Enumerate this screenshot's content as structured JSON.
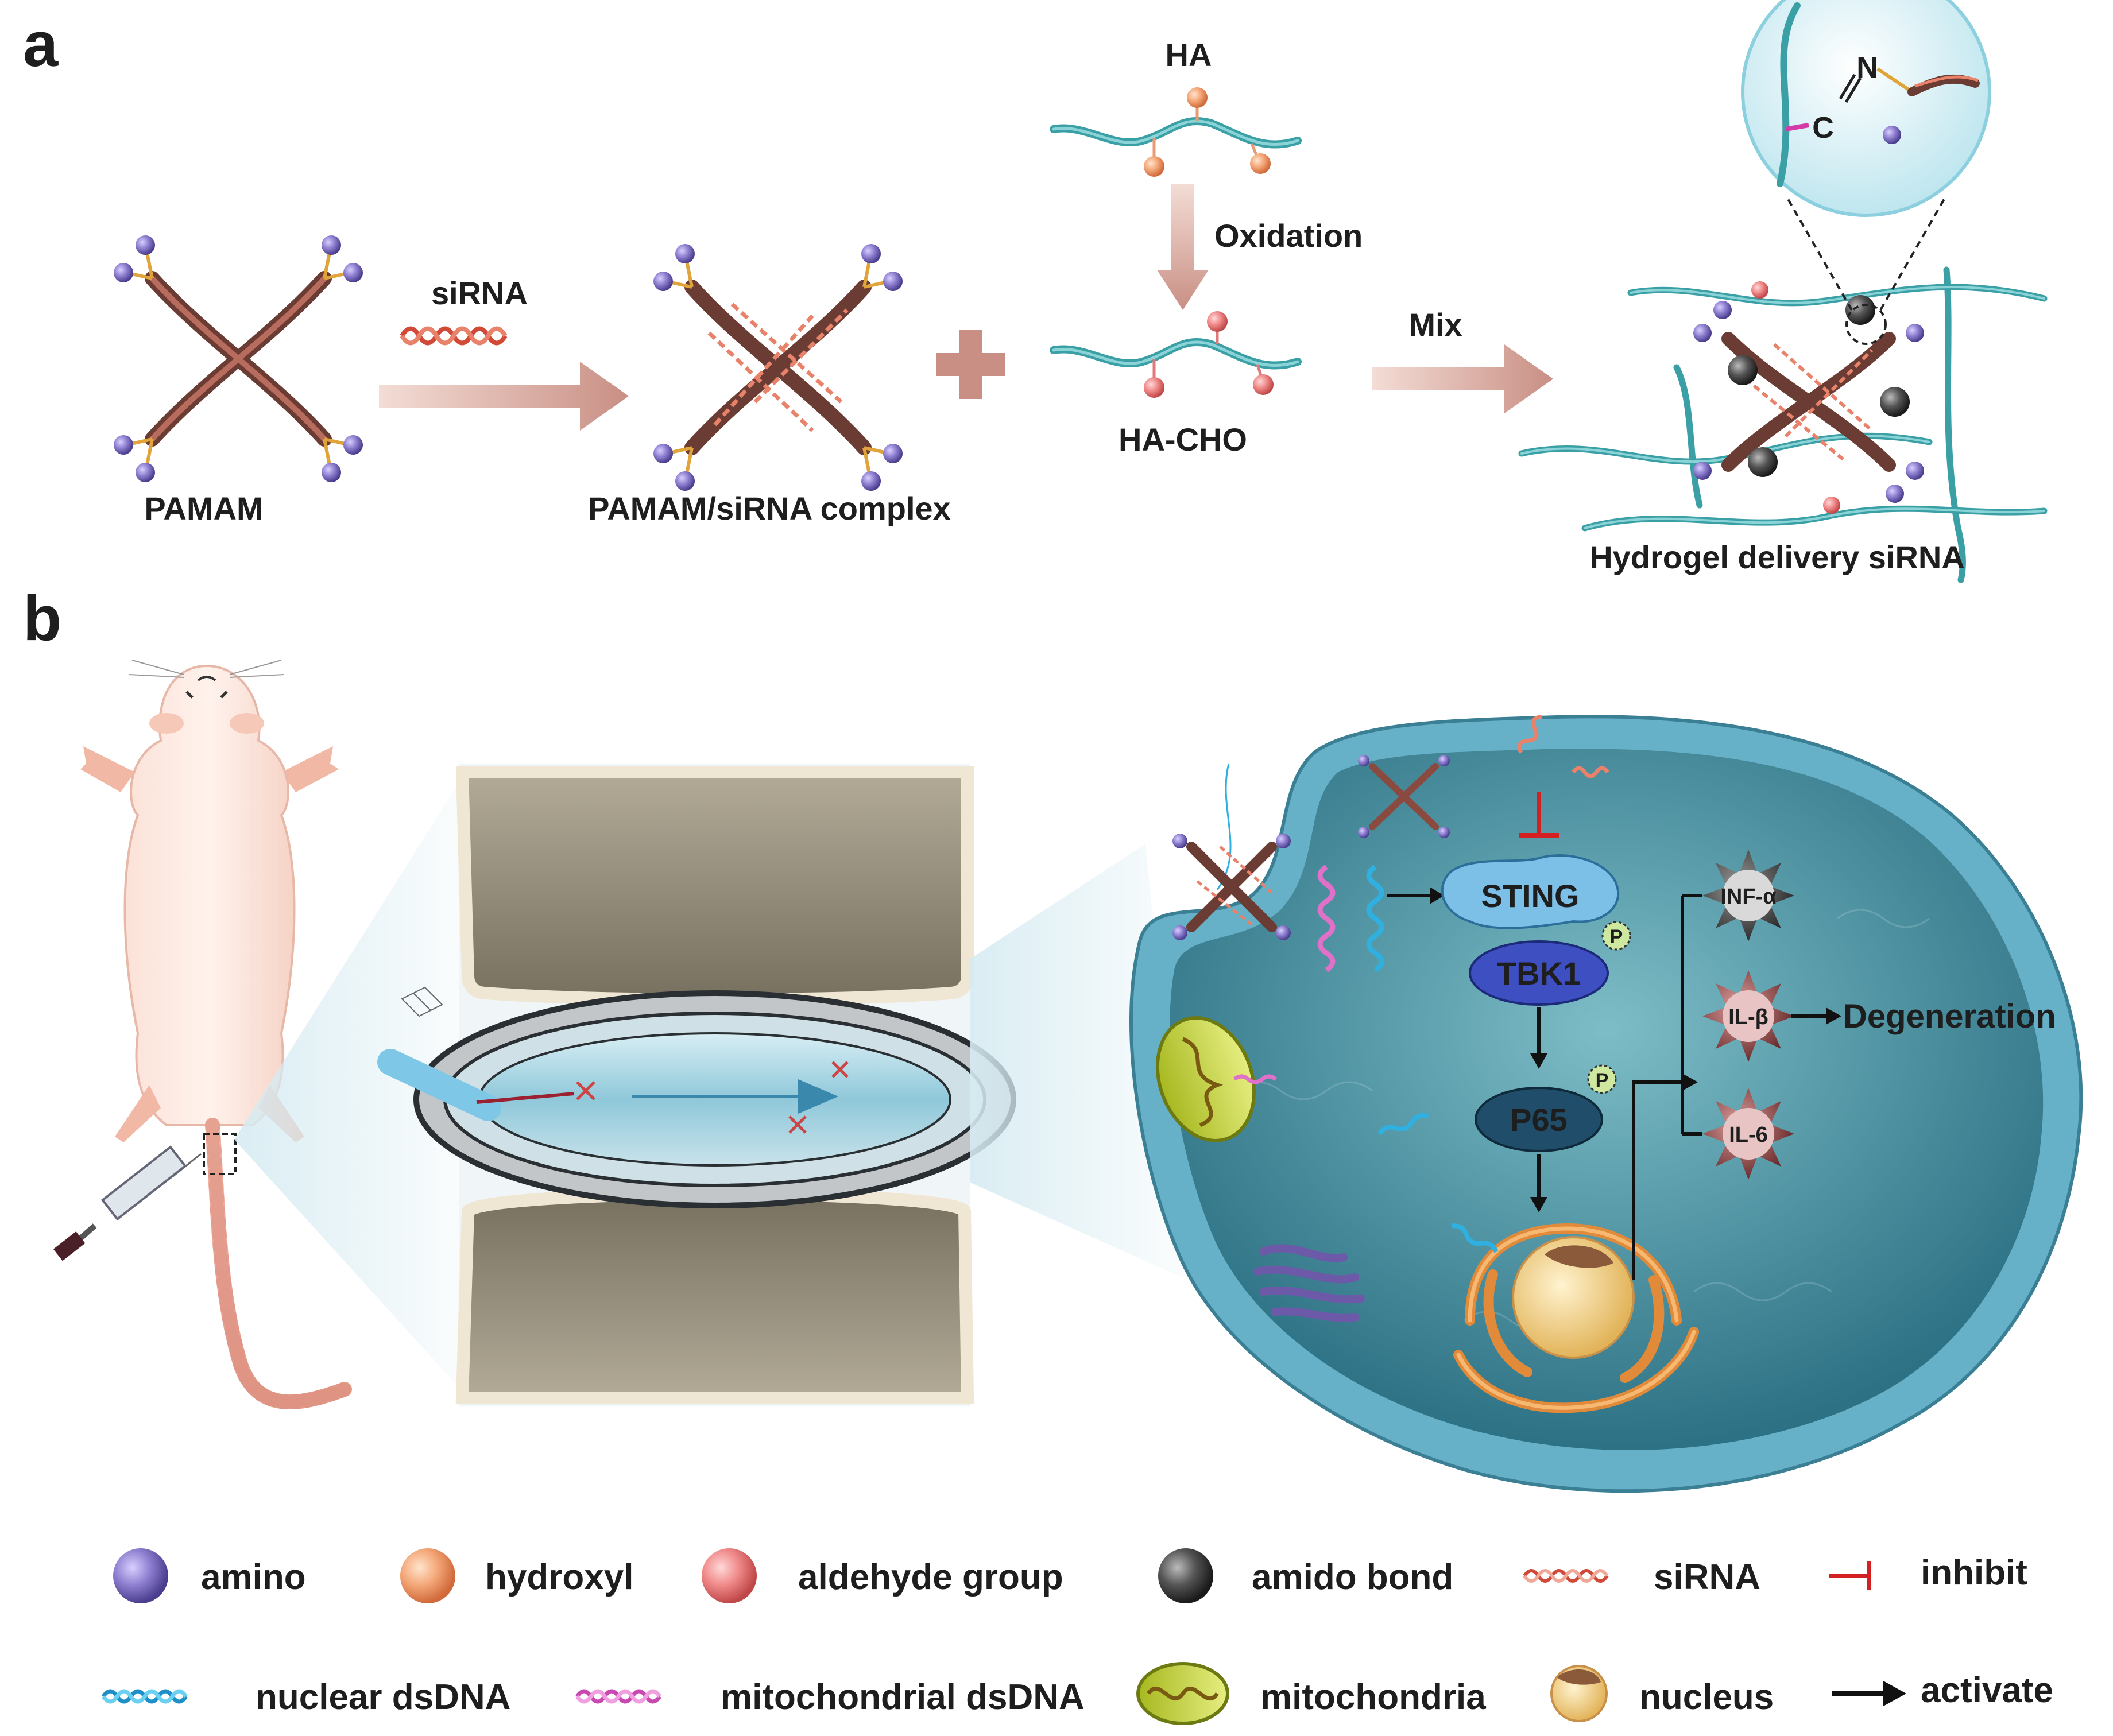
{
  "panel_a": {
    "label": "a",
    "pamam": "PAMAM",
    "sirna_arrow": "siRNA",
    "complex": "PAMAM/siRNA complex",
    "ha": "HA",
    "oxidation": "Oxidation",
    "ha_cho": "HA-CHO",
    "mix": "Mix",
    "hydrogel": "Hydrogel delivery siRNA",
    "bond_c": "C",
    "bond_n": "N"
  },
  "panel_b": {
    "label": "b",
    "sting": "STING",
    "tbk1": "TBK1",
    "p65": "P65",
    "phospho": "P",
    "inf_a": "INF-α",
    "il_b": "IL-β",
    "il_6": "IL-6",
    "degeneration": "Degeneration"
  },
  "legend": {
    "row1": [
      {
        "label": "amino",
        "icon": "sphere-purple",
        "color": "#8f7fd0"
      },
      {
        "label": "hydroxyl",
        "icon": "sphere-orange",
        "color": "#f4a87a"
      },
      {
        "label": "aldehyde group",
        "icon": "sphere-pink",
        "color": "#f08a8a"
      },
      {
        "label": "amido bond",
        "icon": "sphere-gray",
        "color": "#555555"
      },
      {
        "label": "siRNA",
        "icon": "helix-salmon",
        "color": "#e8826a"
      },
      {
        "label": "inhibit",
        "icon": "inhibit-bar",
        "color": "#d42020"
      }
    ],
    "row2": [
      {
        "label": "nuclear dsDNA",
        "icon": "helix-blue",
        "color": "#2fb0e0"
      },
      {
        "label": "mitochondrial dsDNA",
        "icon": "helix-magenta",
        "color": "#e070c8"
      },
      {
        "label": "mitochondria",
        "icon": "mitochondria",
        "color": "#c8d040"
      },
      {
        "label": "nucleus",
        "icon": "nucleus",
        "color": "#f5d68a"
      },
      {
        "label": "activate",
        "icon": "arrow-black",
        "color": "#111111"
      }
    ]
  }
}
